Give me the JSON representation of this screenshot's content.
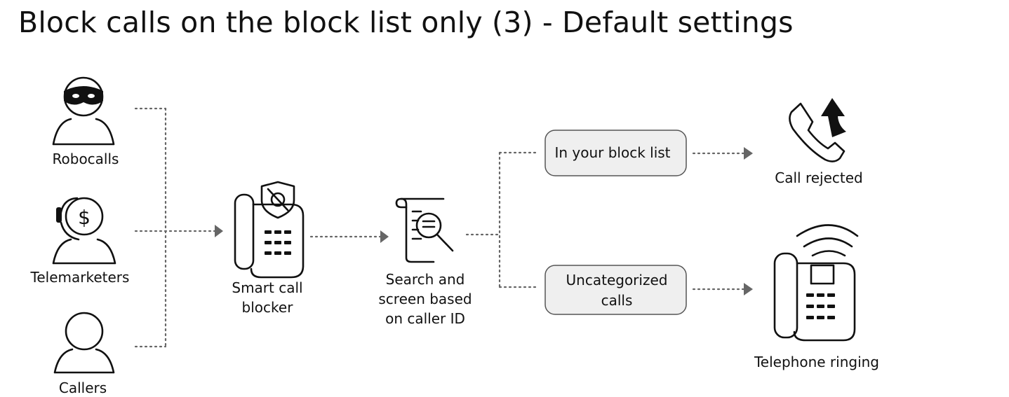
{
  "title": "Block calls on the block list only (3) - Default settings",
  "sources": {
    "robocalls": "Robocalls",
    "telemarketers": "Telemarketers",
    "callers": "Callers"
  },
  "blocker": {
    "line1": "Smart call",
    "line2": "blocker"
  },
  "search": {
    "line1": "Search and",
    "line2": "screen based",
    "line3": "on caller ID"
  },
  "decisions": {
    "block_list": "In your block list",
    "uncategorized_line1": "Uncategorized",
    "uncategorized_line2": "calls"
  },
  "outcomes": {
    "rejected": "Call rejected",
    "ringing": "Telephone ringing"
  },
  "colors": {
    "connector": "#666666",
    "box_fill": "#efefef",
    "icon": "#111111"
  },
  "icons": [
    "masked-person-icon",
    "telemarketer-icon",
    "person-icon",
    "smart-blocker-phone-icon",
    "document-search-icon",
    "rejected-call-icon",
    "ringing-telephone-icon"
  ]
}
